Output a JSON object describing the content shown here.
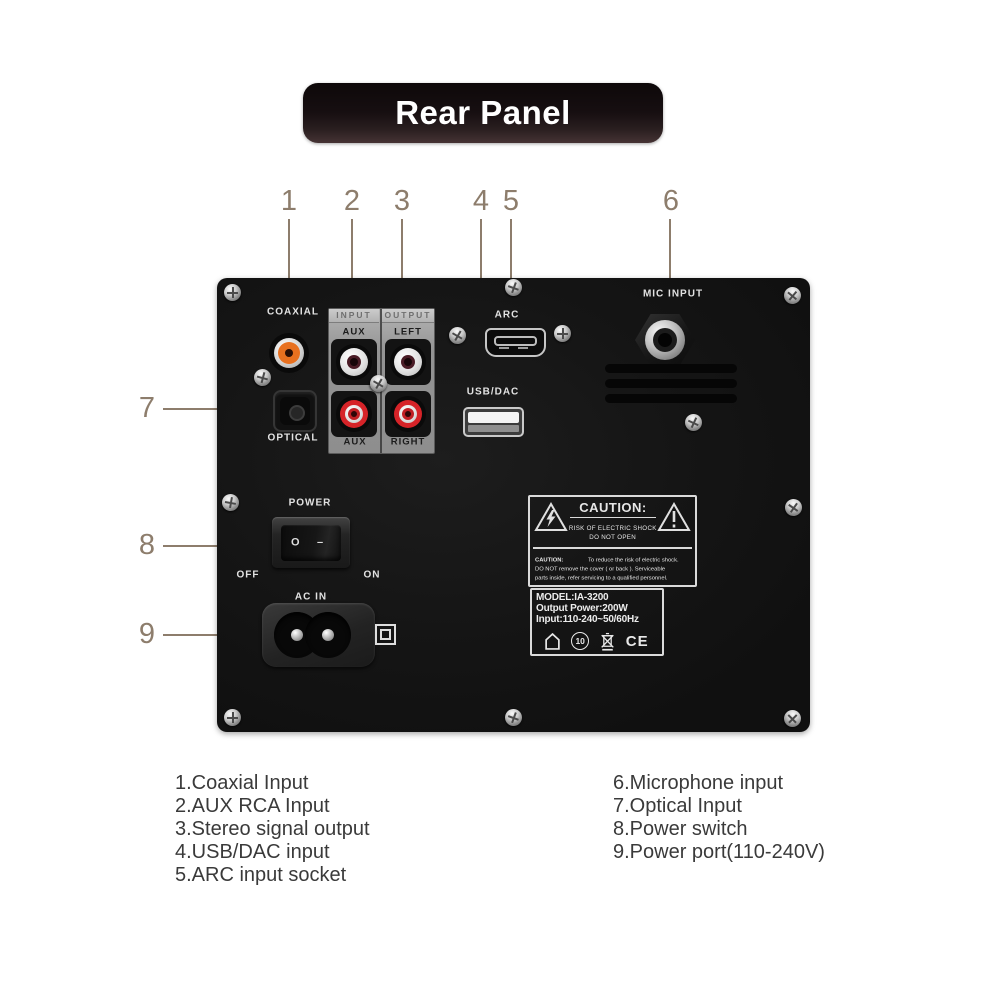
{
  "title": "Rear Panel",
  "callouts": [
    "1",
    "2",
    "3",
    "4",
    "5",
    "6",
    "7",
    "8",
    "9"
  ],
  "panel": {
    "labels": {
      "coaxial": "COAXIAL",
      "optical": "OPTICAL",
      "input": "INPUT",
      "output": "OUTPUT",
      "aux_in_top": "AUX",
      "out_left": "LEFT",
      "aux_in_bottom": "AUX",
      "out_right": "RIGHT",
      "arc": "ARC",
      "usb_dac": "USB/DAC",
      "mic_input": "MIC INPUT",
      "power": "POWER",
      "off": "OFF",
      "on": "ON",
      "ac_in": "AC IN",
      "switch_off_symbol": "O",
      "switch_on_symbol": "–"
    },
    "caution_label": {
      "title": "CAUTION:",
      "line1": "RISK OF ELECTRIC SHOCK",
      "line2": "DO NOT OPEN",
      "para_label": "CAUTION:",
      "para_line1": "To reduce the risk of electric shock.",
      "para_line2": "DO NOT remove the cover ( or back ). Serviceable",
      "para_line3": "parts inside, refer servicing to a qualified personnel."
    },
    "model_label": {
      "model": "MODEL:IA-3200",
      "output_power": "Output Power:200W",
      "input": "Input:110-240~50/60Hz",
      "rohs_years": "10",
      "ce": "CE"
    }
  },
  "legend": {
    "left": [
      "1.Coaxial Input",
      "2.AUX RCA Input",
      "3.Stereo signal output",
      "4.USB/DAC input",
      "5.ARC input socket"
    ],
    "right": [
      "6.Microphone input",
      "7.Optical Input",
      "8.Power switch",
      "9.Power port(110-240V)"
    ]
  },
  "colors": {
    "callout": "#8d7d6c",
    "panel_black": "#151515",
    "coaxial_orange": "#e8701f",
    "rca_red": "#d62328",
    "title_bg": "#1a1214",
    "legend_text": "#3a3a3a"
  }
}
